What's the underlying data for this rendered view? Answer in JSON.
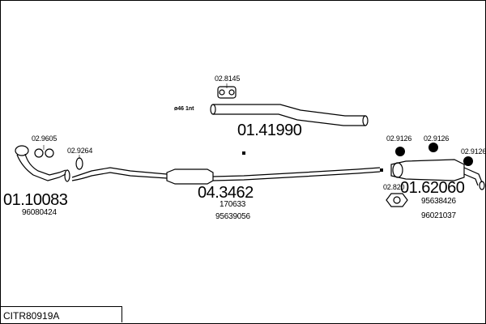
{
  "diagram": {
    "code": "CITR80919A",
    "parts": {
      "front_pipe": {
        "ref": "01.10083",
        "oem": "96080424"
      },
      "clamp_front": {
        "ref": "02.9605"
      },
      "gasket_front": {
        "ref": "02.9264"
      },
      "middle_pipe": {
        "ref": "04.3462",
        "oem1": "170633",
        "oem2": "95639056"
      },
      "tail_pipe": {
        "ref": "01.41990",
        "note": "ø46 1nt"
      },
      "hanger_top": {
        "ref": "02.8145"
      },
      "rear_silencer": {
        "ref": "01.62060",
        "oem1": "95638426",
        "oem2": "96021037"
      },
      "hanger_rear_1": {
        "ref": "02.9126"
      },
      "hanger_rear_2": {
        "ref": "02.9126"
      },
      "hanger_rear_3": {
        "ref": "02.9126"
      },
      "bracket_rear": {
        "ref": "02.820"
      }
    }
  }
}
